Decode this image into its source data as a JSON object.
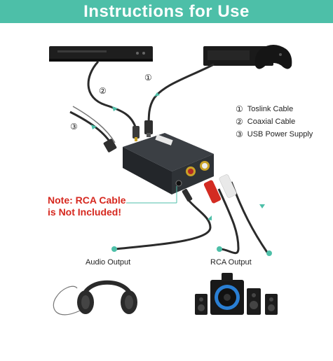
{
  "banner": {
    "title": "Instructions for Use"
  },
  "legend": {
    "items": [
      {
        "num": "①",
        "label": "Toslink Cable"
      },
      {
        "num": "②",
        "label": "Coaxial Cable"
      },
      {
        "num": "③",
        "label": "USB Power Supply"
      }
    ]
  },
  "callouts": {
    "one": "①",
    "two": "②",
    "three": "③"
  },
  "note": {
    "line1_prefix": "Note:",
    "line1_rest": " RCA Cable",
    "line2": "is Not Included!"
  },
  "outputs": {
    "audio": "Audio Output",
    "rca": "RCA Output"
  },
  "colors": {
    "banner": "#4dbfa8",
    "note": "#d6281f",
    "cable_accent": "#4dbfa8"
  }
}
